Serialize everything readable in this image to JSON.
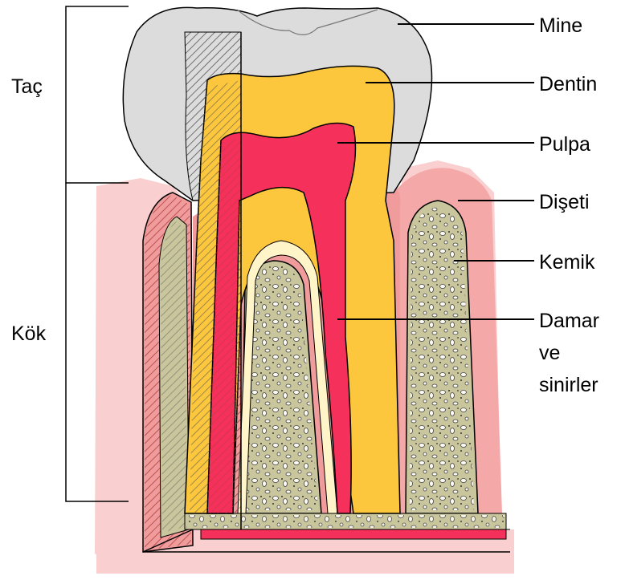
{
  "labels": {
    "enamel": "Mine",
    "dentin": "Dentin",
    "pulp": "Pulpa",
    "gum": "Dişeti",
    "bone": "Kemik",
    "vessels_line1": "Damar",
    "vessels_line2": "ve",
    "vessels_line3": "sinirler",
    "crown": "Taç",
    "root": "Kök"
  },
  "colors": {
    "gum": "#f5a8a8",
    "gum_light": "#f9cfcf",
    "enamel": "#dcdcdc",
    "dentin": "#fcc73d",
    "pulp": "#f5305a",
    "bone": "#c9c59c",
    "cementum": "#fff5c8",
    "periodontal": "#f09c9c"
  }
}
